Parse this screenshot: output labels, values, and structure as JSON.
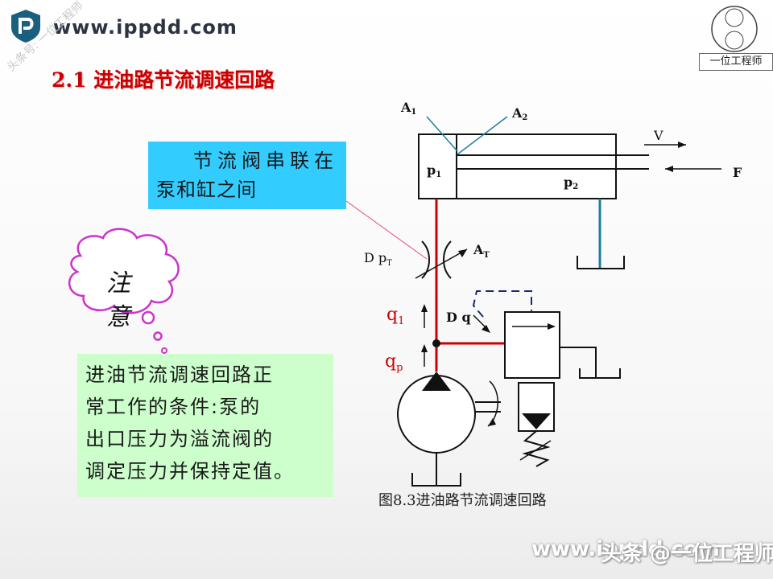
{
  "header": {
    "url": "www.ippdd.com",
    "side_watermark": "头条号: 一位工程师",
    "brand_name": "一位工程师",
    "logo_icon": "shield-p-logo-icon"
  },
  "title": "2.1 进油路节流调速回路",
  "callout": {
    "line1": "节流阀串联在",
    "line2": "泵和缸之间",
    "color": "#33ccff"
  },
  "note": {
    "line1": "注",
    "line2": "意"
  },
  "condition": {
    "lines": [
      "进油节流调速回路正",
      "常工作的条件:泵的",
      "出口压力为溢流阀的",
      "调定压力并保持定值。"
    ],
    "color": "#ccffcc"
  },
  "diagram": {
    "labels": {
      "a1": "A",
      "a1_sub": "1",
      "a2": "A",
      "a2_sub": "2",
      "v": "V",
      "f": "F",
      "p1": "p",
      "p1_sub": "1",
      "p2": "p",
      "p2_sub": "2",
      "dpt": "D p",
      "dpt_sub": "T",
      "at": "A",
      "at_sub": "T",
      "q1": "q",
      "q1_sub": "1",
      "qp": "q",
      "qp_sub": "p",
      "dq": "D q"
    },
    "colors": {
      "oil_line": "#cc0000",
      "return_line": "#1e7fa0",
      "leader_line": "#e05080"
    }
  },
  "caption": "图8.3进油路节流调速回路",
  "footer": {
    "watermark_under": "www.ippdd.com",
    "watermark_over": "头条 @一位工程师"
  }
}
